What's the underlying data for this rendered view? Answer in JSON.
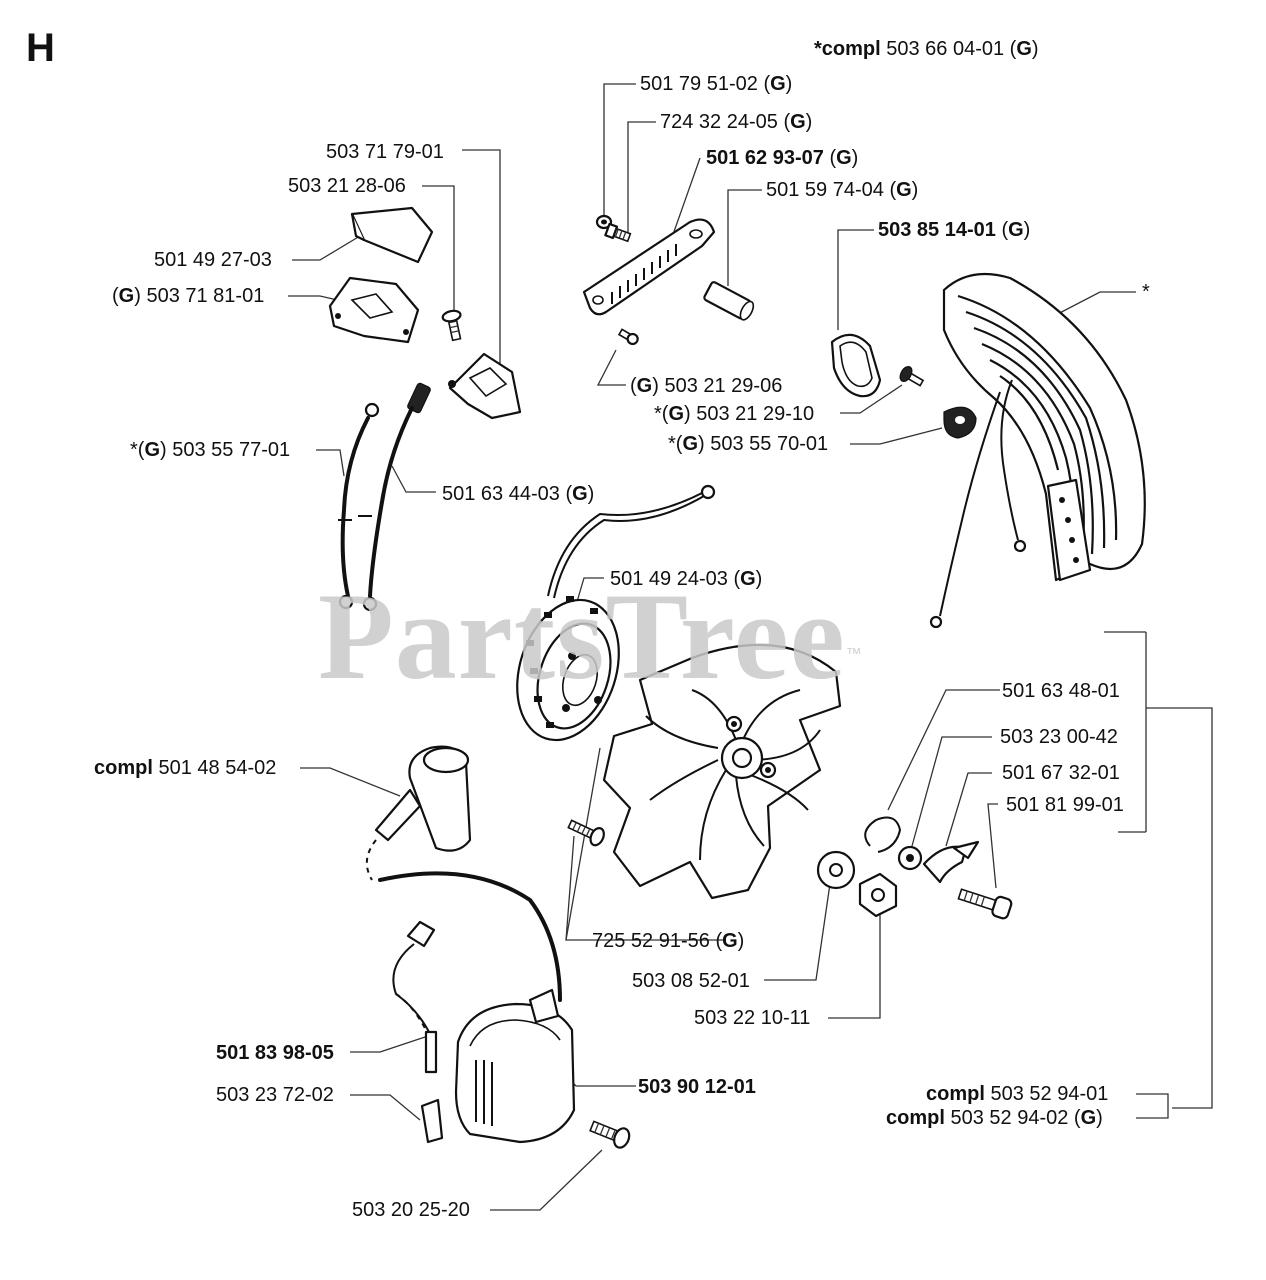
{
  "section_letter": "H",
  "watermark": {
    "text": "PartsTree",
    "tm": "™"
  },
  "labels": [
    {
      "id": "l01",
      "bold": "*compl",
      "text": " 503 66 04-01 (",
      "g": "G",
      "tail": ")"
    },
    {
      "id": "l02",
      "bold": "",
      "text": "501 79 51-02 (",
      "g": "G",
      "tail": ")"
    },
    {
      "id": "l03",
      "bold": "",
      "text": "724 32 24-05 (",
      "g": "G",
      "tail": ")"
    },
    {
      "id": "l04",
      "bold": "501 62 93-07",
      "text": " (",
      "g": "G",
      "tail": ")"
    },
    {
      "id": "l05",
      "bold": "",
      "text": "501 59 74-04 (",
      "g": "G",
      "tail": ")"
    },
    {
      "id": "l06",
      "bold": "503 85 14-01",
      "text": " (",
      "g": "G",
      "tail": ")"
    },
    {
      "id": "l07",
      "bold": "",
      "text": "503 71 79-01",
      "g": "",
      "tail": ""
    },
    {
      "id": "l08",
      "bold": "",
      "text": "503 21 28-06",
      "g": "",
      "tail": ""
    },
    {
      "id": "l09",
      "bold": "",
      "text": "501 49 27-03",
      "g": "",
      "tail": ""
    },
    {
      "id": "l10",
      "pre": "(",
      "g0": "G",
      "text": ") 503 71 81-01",
      "bold": "",
      "g": "",
      "tail": ""
    },
    {
      "id": "l11",
      "pre": "*(",
      "g0": "G",
      "text": ") 503 55 77-01",
      "bold": "",
      "g": "",
      "tail": ""
    },
    {
      "id": "l12",
      "bold": "",
      "text": "501 63 44-03 (",
      "g": "G",
      "tail": ")"
    },
    {
      "id": "l13",
      "pre": "(",
      "g0": "G",
      "text": ") 503 21 29-06",
      "bold": "",
      "g": "",
      "tail": ""
    },
    {
      "id": "l14",
      "pre": "*(",
      "g0": "G",
      "text": ") 503 21 29-10",
      "bold": "",
      "g": "",
      "tail": ""
    },
    {
      "id": "l15",
      "pre": "*(",
      "g0": "G",
      "text": ") 503 55 70-01",
      "bold": "",
      "g": "",
      "tail": ""
    },
    {
      "id": "l16",
      "bold": "",
      "text": "*",
      "g": "",
      "tail": ""
    },
    {
      "id": "l17",
      "bold": "",
      "text": "501 49 24-03 (",
      "g": "G",
      "tail": ")"
    },
    {
      "id": "l18",
      "bold": "",
      "text": "501 63 48-01",
      "g": "",
      "tail": ""
    },
    {
      "id": "l19",
      "bold": "",
      "text": "503 23 00-42",
      "g": "",
      "tail": ""
    },
    {
      "id": "l20",
      "bold": "",
      "text": "501 67 32-01",
      "g": "",
      "tail": ""
    },
    {
      "id": "l21",
      "bold": "",
      "text": "501 81 99-01",
      "g": "",
      "tail": ""
    },
    {
      "id": "l22",
      "bold": "compl",
      "text": " 501 48 54-02",
      "g": "",
      "tail": ""
    },
    {
      "id": "l23",
      "bold": "",
      "text": "725 52 91-56 (",
      "g": "G",
      "tail": ")"
    },
    {
      "id": "l24",
      "bold": "",
      "text": "503 08 52-01",
      "g": "",
      "tail": ""
    },
    {
      "id": "l25",
      "bold": "",
      "text": "503 22 10-11",
      "g": "",
      "tail": ""
    },
    {
      "id": "l26",
      "bold": "501 83 98-05",
      "text": "",
      "g": "",
      "tail": ""
    },
    {
      "id": "l27",
      "bold": "",
      "text": "503 23 72-02",
      "g": "",
      "tail": ""
    },
    {
      "id": "l28",
      "bold": "503 90 12-01",
      "text": "",
      "g": "",
      "tail": ""
    },
    {
      "id": "l29",
      "bold": "compl",
      "text": " 503 52 94-01",
      "g": "",
      "tail": ""
    },
    {
      "id": "l30",
      "bold": "compl",
      "text": " 503 52 94-02 (",
      "g": "G",
      "tail": ")"
    },
    {
      "id": "l31",
      "bold": "",
      "text": "503 20 25-20",
      "g": "",
      "tail": ""
    }
  ]
}
